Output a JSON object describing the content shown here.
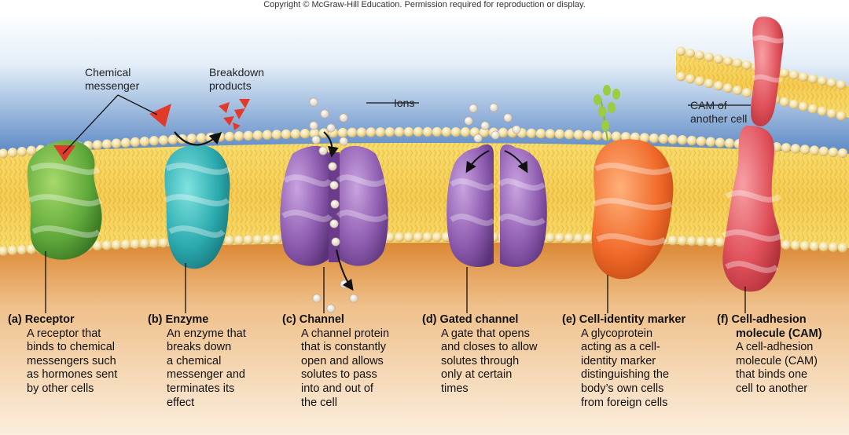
{
  "copyright": "Copyright © McGraw-Hill Education. Permission required for reproduction or display.",
  "labels": {
    "chemical_messenger": [
      "Chemical",
      "messenger"
    ],
    "breakdown_products": [
      "Breakdown",
      "products"
    ],
    "ions": "Ions",
    "cam_other": [
      "CAM of",
      "another cell"
    ]
  },
  "captions": [
    {
      "letter": "(a)",
      "title": [
        "Receptor"
      ],
      "lines": [
        "A receptor that",
        "binds to chemical",
        "messengers such",
        "as hormones sent",
        "by other cells"
      ]
    },
    {
      "letter": "(b)",
      "title": [
        "Enzyme"
      ],
      "lines": [
        "An enzyme that",
        "breaks down",
        "a chemical",
        "messenger and",
        "terminates its",
        "effect"
      ]
    },
    {
      "letter": "(c)",
      "title": [
        "Channel"
      ],
      "lines": [
        "A channel protein",
        "that is constantly",
        "open and allows",
        "solutes to pass",
        "into and out of",
        "the cell"
      ]
    },
    {
      "letter": "(d)",
      "title": [
        "Gated channel"
      ],
      "lines": [
        "A gate that opens",
        "and closes to allow",
        "solutes through",
        "only at certain",
        "times"
      ]
    },
    {
      "letter": "(e)",
      "title": [
        "Cell-identity marker"
      ],
      "lines": [
        "A glycoprotein",
        "acting as a cell-",
        "identity marker",
        "distinguishing the",
        "body’s own cells",
        "from foreign cells"
      ]
    },
    {
      "letter": "(f)",
      "title": [
        "Cell-adhesion",
        "molecule (CAM)"
      ],
      "lines": [
        "A cell-adhesion",
        "molecule (CAM)",
        "that binds one",
        "cell to another"
      ]
    }
  ],
  "colors": {
    "receptor": "#5fa83a",
    "enzyme": "#2aa9ad",
    "channel": "#8e5cb0",
    "gated_channel": "#8e5cb0",
    "marker": "#f06a2a",
    "cam": "#e0505a",
    "messenger": "#e23a2a"
  }
}
